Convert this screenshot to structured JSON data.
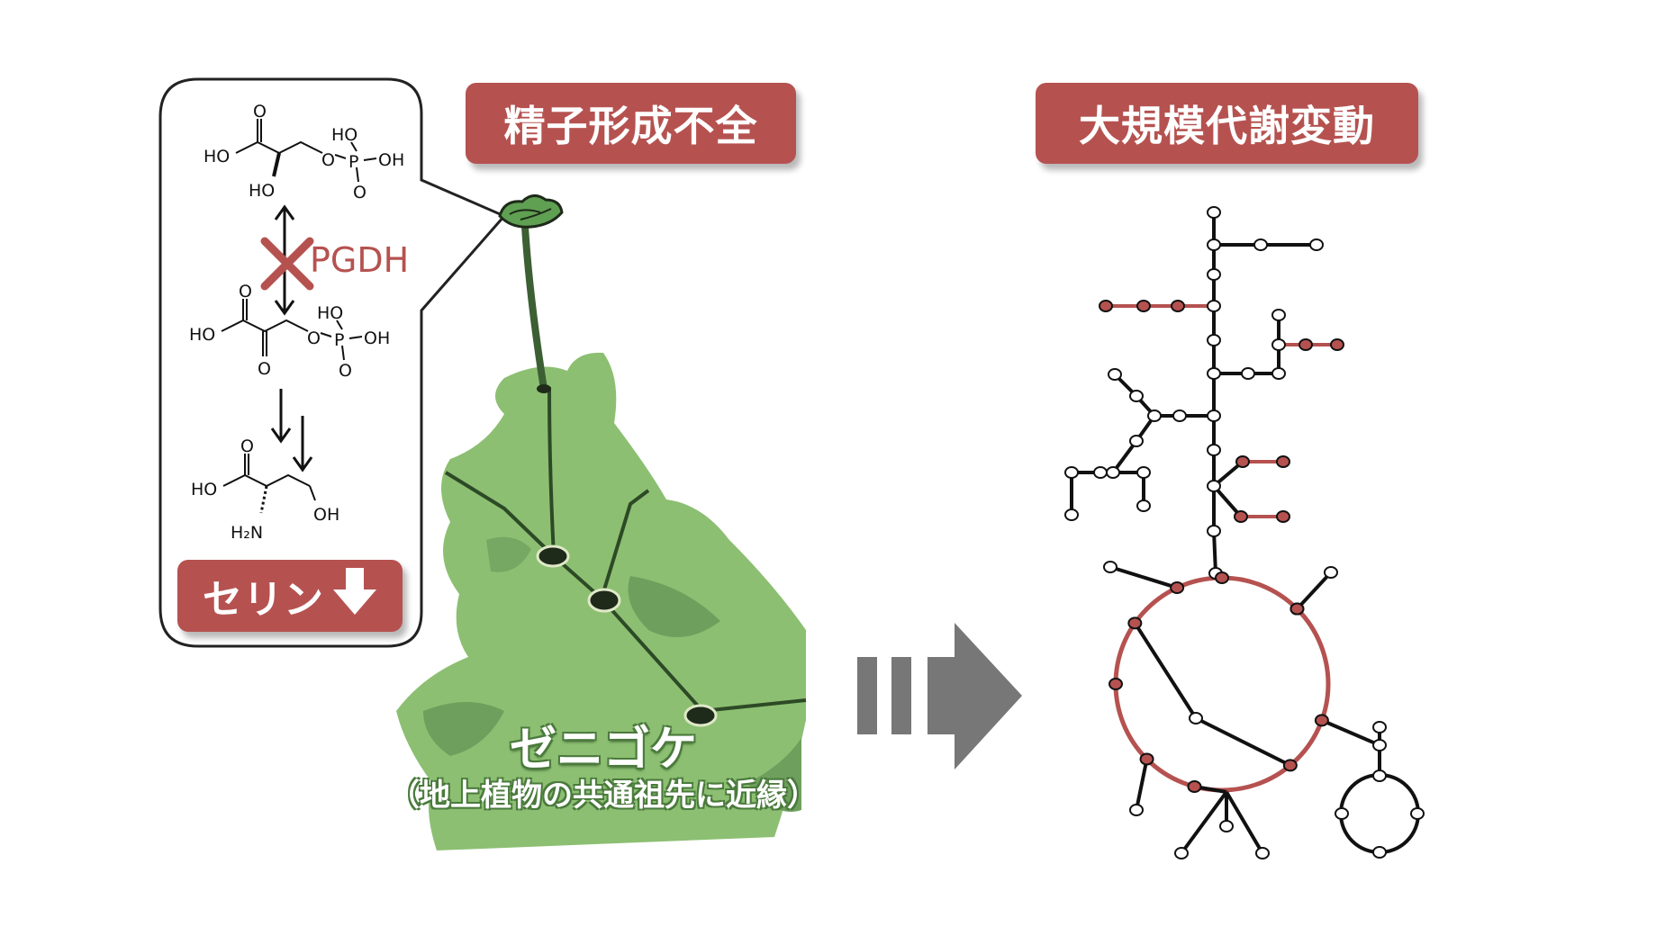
{
  "labels": {
    "sperm_defect": "精子形成不全",
    "metabolic_change": "大規模代謝変動",
    "serine": "セリン",
    "serine_arrow": "🡇"
  },
  "enzyme": "PGDH",
  "plant": {
    "name": "ゼニゴケ",
    "description": "（地上植物の共通祖先に近縁）"
  },
  "chem": {
    "mol1": {
      "ho_acid": "HO",
      "o_carbonyl": "O",
      "ho_alpha": "HO",
      "o_link": "O",
      "p": "P",
      "ho_p": "HO",
      "oh_p": "OH",
      "o_p": "O"
    },
    "mol2": {
      "ho_acid": "HO",
      "o_carbonyl": "O",
      "o_keto": "O",
      "o_link": "O",
      "p": "P",
      "ho_p": "HO",
      "oh_p": "OH",
      "o_p": "O"
    },
    "mol3": {
      "ho_acid": "HO",
      "o_carbonyl": "O",
      "h2n": "H₂N",
      "oh": "OH"
    }
  },
  "colors": {
    "accent_red": "#b55250",
    "leaf_green": "#8cbf72",
    "leaf_dark": "#5f8f4e",
    "arrow_gray": "#777777",
    "network_red": "#b55250",
    "line_black": "#111111"
  }
}
